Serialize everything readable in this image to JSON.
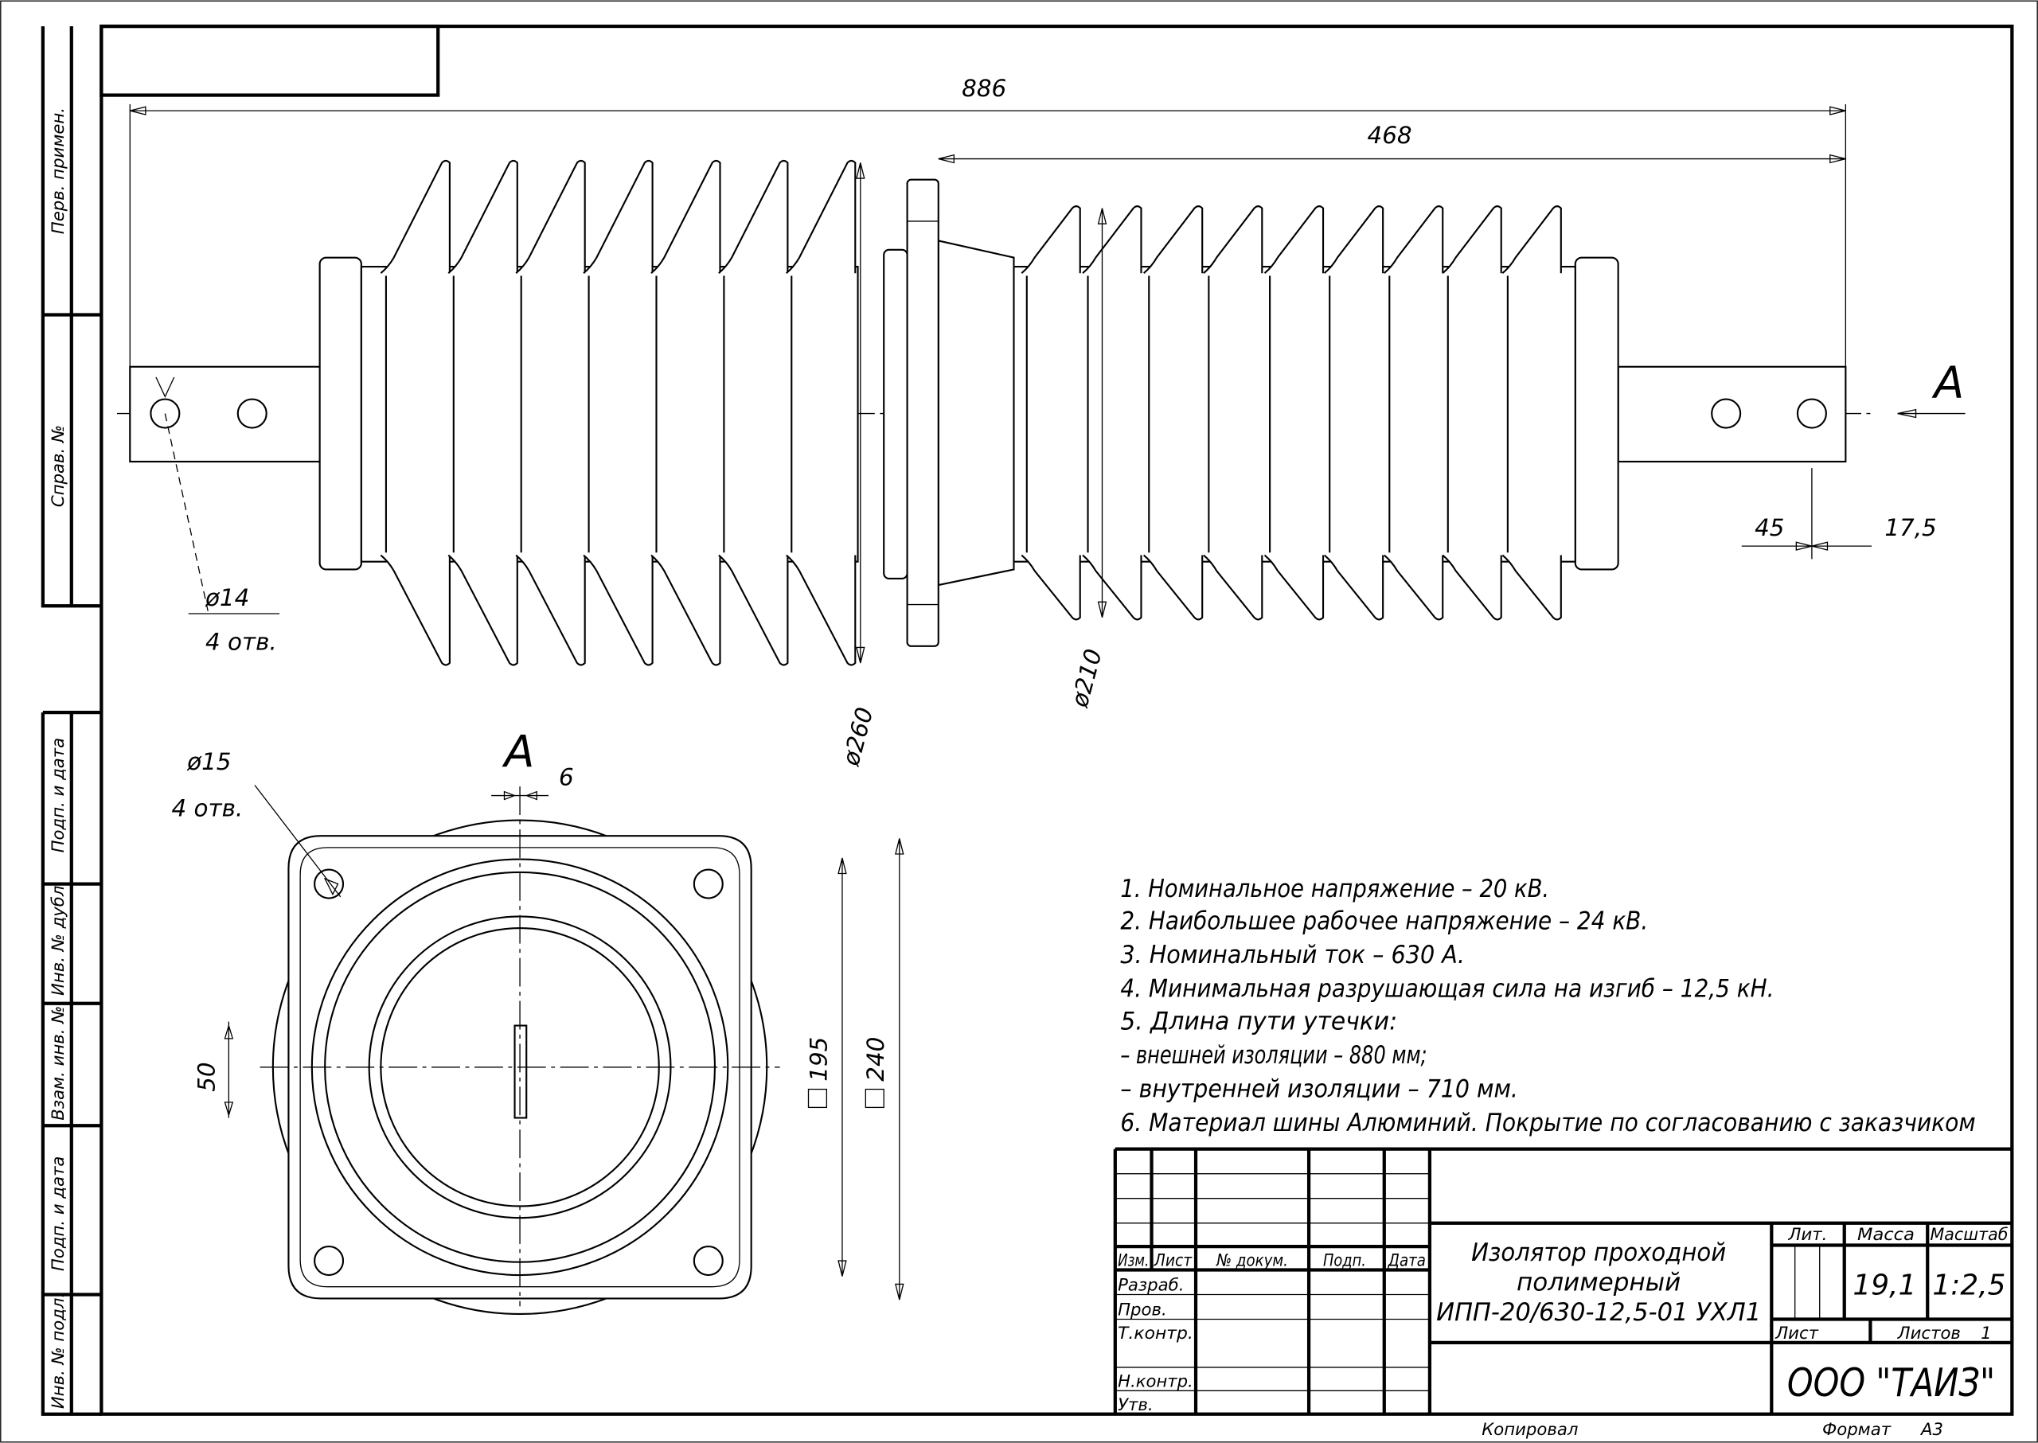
{
  "sidebar_labels": [
    "Перв. примен.",
    "Справ. №",
    "Подп. и дата",
    "Инв. № дубл.",
    "Взам. инв. №",
    "Подп. и дата",
    "Инв. № подл."
  ],
  "front_view": {
    "dim_total": "886",
    "dim_part": "468",
    "dim_d260": "ø260",
    "dim_d210": "ø210",
    "hole_dia": "ø14",
    "hole_count": "4 отв.",
    "section_mark": "А",
    "dim_45": "45",
    "dim_17_5": "17,5"
  },
  "section_view": {
    "title": "А",
    "dim_6": "6",
    "hole_dia": "ø15",
    "hole_count": "4 отв.",
    "dim_50": "50",
    "dim_195": "195",
    "dim_240": "240"
  },
  "notes": [
    "1. Номинальное напряжение – 20 кВ.",
    "2. Наибольшее рабочее напряжение – 24 кВ.",
    "3. Номинальный ток – 630 А.",
    "4. Минимальная разрушающая сила на изгиб – 12,5 кН.",
    "5.  Длина пути утечки:",
    "– внешней изоляции – 880 мм;",
    "– внутренней изоляции – 710 мм.",
    "6. Материал шины Алюминий. Покрытие по согласованию с заказчиком"
  ],
  "title_block": {
    "headers": {
      "izm": "Изм.",
      "list": "Лист",
      "doc": "№ докум.",
      "sign": "Подп.",
      "date": "Дата"
    },
    "roles": {
      "razrab": "Разраб.",
      "prov": "Пров.",
      "tkontr": "Т.контр.",
      "nkontr": "Н.контр.",
      "utv": "Утв."
    },
    "name_line1": "Изолятор проходной",
    "name_line2": "полимерный",
    "name_line3": "ИПП-20/630-12,5-01 УХЛ1",
    "lit_label": "Лит.",
    "mass_label": "Масса",
    "scale_label": "Масштаб",
    "mass_value": "19,1",
    "scale_value": "1:2,5",
    "sheet_label": "Лист",
    "sheets_label": "Листов",
    "sheets_value": "1",
    "company": "ООО \"ТАИЗ\"",
    "copied": "Копировал",
    "format_label": "Формат",
    "format_value": "А3"
  }
}
